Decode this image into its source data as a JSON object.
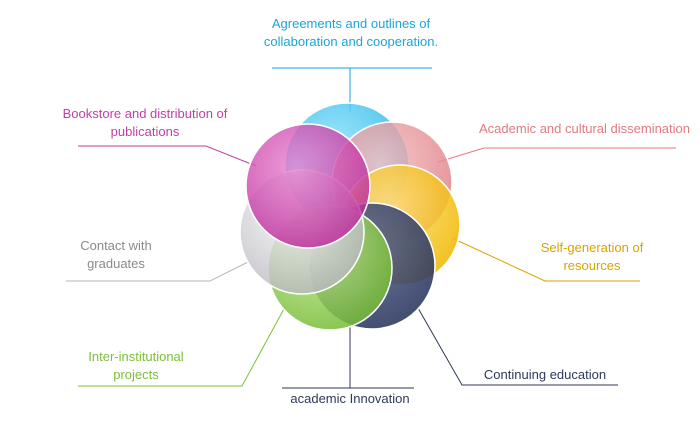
{
  "diagram": {
    "labels": {
      "agreements": "Agreements and outlines of collaboration and cooperation.",
      "academic_cultural": "Academic and cultural dissemination",
      "self_generation": "Self-generation of resources",
      "continuing_education": "Continuing education",
      "academic_innovation": "academic Innovation",
      "inter_institutional": "Inter-institutional projects",
      "contact_graduates": "Contact with graduates",
      "bookstore": "Bookstore and distribution of publications"
    },
    "colors": {
      "agreements": "#1aa6d8",
      "academic_cultural": "#e07a80",
      "self_generation": "#d9a400",
      "continuing_education": "#2d3a5c",
      "academic_innovation": "#2d3a5c",
      "inter_institutional": "#7cbf3a",
      "contact_graduates": "#8a8a8a",
      "bookstore": "#c23fa7",
      "circle_cyan": "#33c3ef",
      "circle_pink": "#e4878c",
      "circle_yellow": "#f4c21a",
      "circle_navy": "#34426e",
      "circle_green": "#8fcd4f",
      "circle_grey": "#cfcfd3",
      "circle_magenta": "#cc3aa8"
    }
  }
}
